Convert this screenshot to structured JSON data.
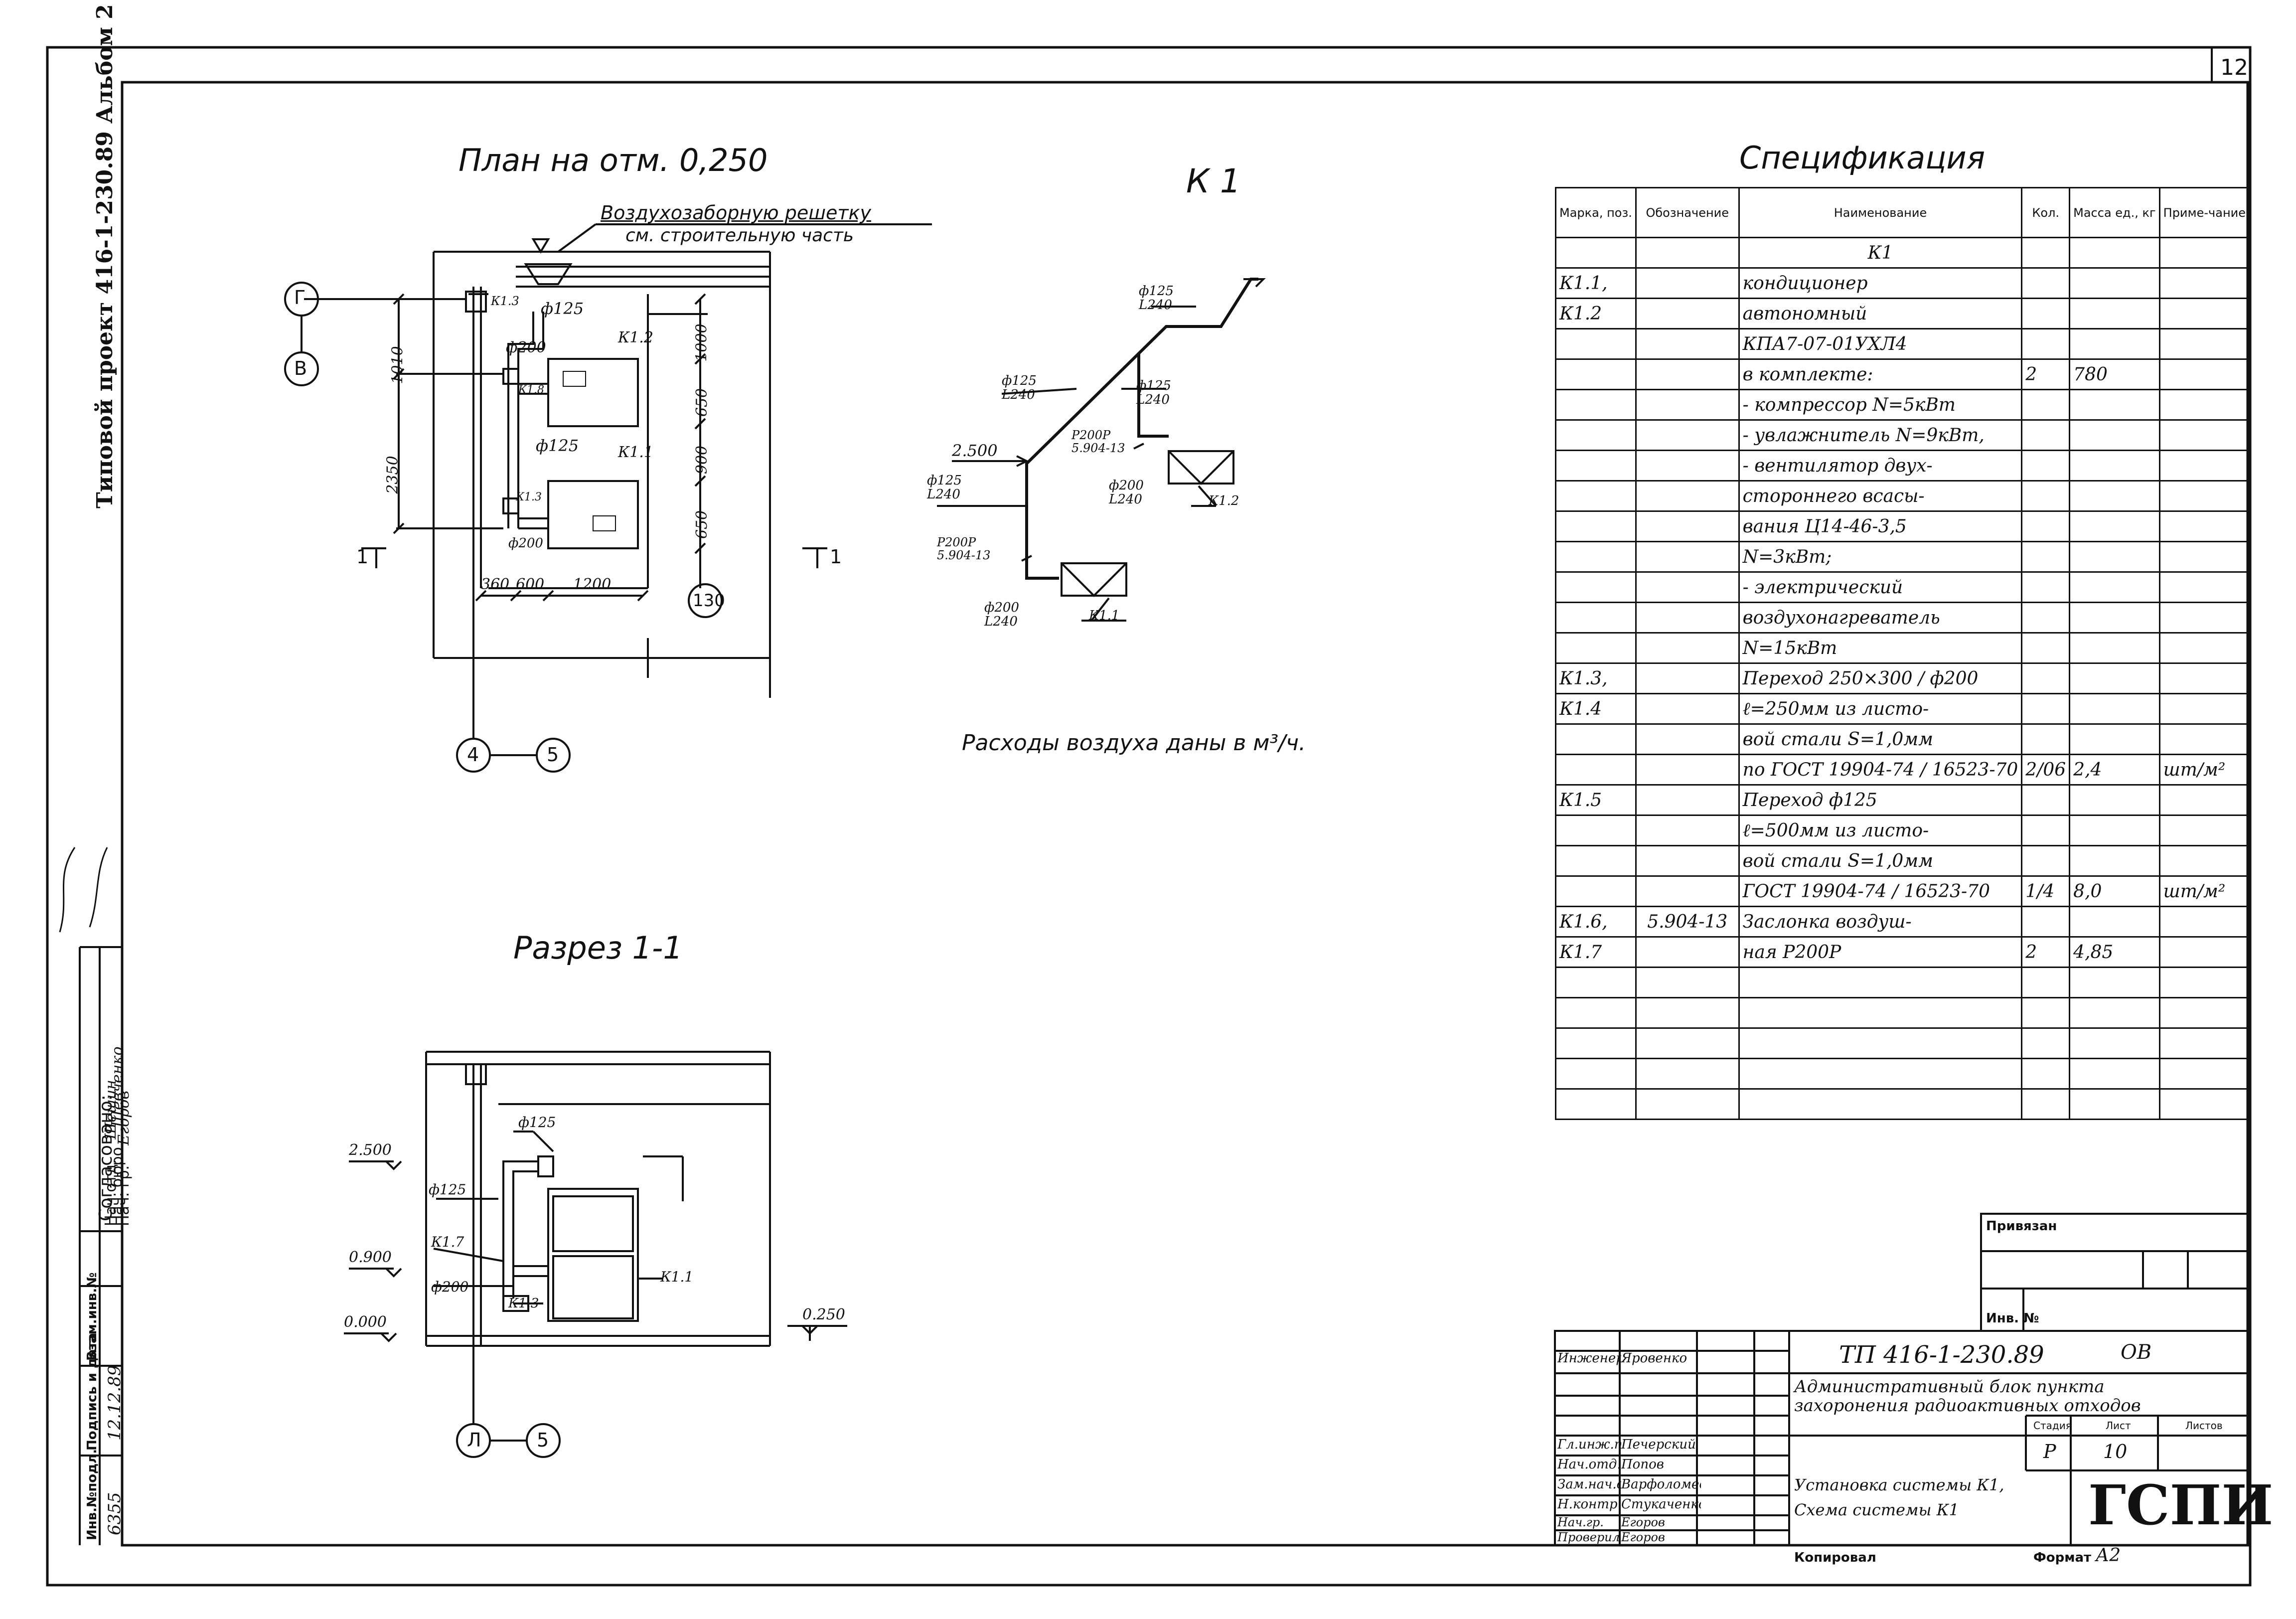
{
  "sheet": {
    "number": "12"
  },
  "left_margin": {
    "project_label": "Типовой проект 416-1-230.89 Альбом 2",
    "approved_header": "Согласовано:",
    "approved_rows": [
      {
        "role": "Нач.отд.",
        "name": "Шешин"
      },
      {
        "role": "Нач. бюро",
        "name": "Шевченко"
      },
      {
        "role": "Нач. гр.",
        "name": "Егоров"
      }
    ],
    "inv_label": "Инв.№подл.",
    "inv_value": "6355",
    "sign_label": "Подпись и дата",
    "sign_value": "12.12.89",
    "vzam_label": "Взам.инв.№"
  },
  "plan": {
    "title": "План на отм. 0,250",
    "grille_note_1": "Воздухозаборную решетку",
    "grille_note_2": "см. строительную часть",
    "axis_g": "Г",
    "axis_v": "В",
    "axis_4": "4",
    "axis_5": "5",
    "room": "130",
    "labels": {
      "k13": "К1.3",
      "k12": "К1.2",
      "k11": "К1.1",
      "k18": "К1.8",
      "k13b": "К1.3",
      "d125a": "ф125",
      "d200a": "ф200",
      "d125b": "ф125",
      "d200b": "ф200"
    },
    "dims": {
      "v1010": "1010",
      "v2350": "2350",
      "v1000": "1000",
      "v650a": "650",
      "v900": "900",
      "v650b": "650",
      "h360": "360",
      "h600": "600",
      "h1200": "1200"
    },
    "sect_left": "1",
    "sect_right": "1"
  },
  "k1": {
    "title": "К 1",
    "labels": {
      "a_d": "ф125",
      "a_l": "L240",
      "b_d": "ф125",
      "b_l": "L240",
      "c_d": "ф125",
      "c_l": "L240",
      "lvl": "2.500",
      "d_d": "ф125",
      "d_l": "L240",
      "p1": "Р200Р",
      "p1s": "5.904-13",
      "p2": "Р200Р",
      "p2s": "5.904-13",
      "e_d": "ф200",
      "e_l": "L240",
      "f_d": "ф200",
      "f_l": "L240",
      "u1": "К1.1",
      "u2": "К1.2"
    },
    "note": "Расходы воздуха даны в м³/ч."
  },
  "section": {
    "title": "Разрез 1-1",
    "labels": {
      "d125a": "ф125",
      "d125b": "ф125",
      "k17": "К1.7",
      "d200": "ф200",
      "k13": "К1.3",
      "k11": "К1.1",
      "l2500": "2.500",
      "l0900": "0.900",
      "l0000": "0.000",
      "l0250": "0.250",
      "axis_l": "Л",
      "axis_5": "5"
    }
  },
  "spec": {
    "title": "Спецификация",
    "headers": [
      "Марка, поз.",
      "Обозначение",
      "Наименование",
      "Кол.",
      "Масса ед., кг",
      "Приме-чание"
    ],
    "rows": [
      [
        "",
        "",
        "К1",
        "",
        "",
        ""
      ],
      [
        "К1.1,",
        "",
        "кондиционер",
        "",
        "",
        ""
      ],
      [
        "К1.2",
        "",
        "автономный",
        "",
        "",
        ""
      ],
      [
        "",
        "",
        "КПА7-07-01УХЛ4",
        "",
        "",
        ""
      ],
      [
        "",
        "",
        "в комплекте:",
        "2",
        "780",
        ""
      ],
      [
        "",
        "",
        "- компрессор N=5кВт",
        "",
        "",
        ""
      ],
      [
        "",
        "",
        "- увлажнитель N=9кВт,",
        "",
        "",
        ""
      ],
      [
        "",
        "",
        "- вентилятор двух-",
        "",
        "",
        ""
      ],
      [
        "",
        "",
        "стороннего всасы-",
        "",
        "",
        ""
      ],
      [
        "",
        "",
        "вания Ц14-46-3,5",
        "",
        "",
        ""
      ],
      [
        "",
        "",
        "N=3кВт;",
        "",
        "",
        ""
      ],
      [
        "",
        "",
        "- электрический",
        "",
        "",
        ""
      ],
      [
        "",
        "",
        "воздухонагреватель",
        "",
        "",
        ""
      ],
      [
        "",
        "",
        "N=15кВт",
        "",
        "",
        ""
      ],
      [
        "К1.3,",
        "",
        "Переход 250×300 / ф200",
        "",
        "",
        ""
      ],
      [
        "К1.4",
        "",
        "ℓ=250мм из листо-",
        "",
        "",
        ""
      ],
      [
        "",
        "",
        "вой стали S=1,0мм",
        "",
        "",
        ""
      ],
      [
        "",
        "",
        "по ГОСТ 19904-74 / 16523-70",
        "2/06",
        "2,4",
        "шт/м²"
      ],
      [
        "К1.5",
        "",
        "Переход ф125",
        "",
        "",
        ""
      ],
      [
        "",
        "",
        "ℓ=500мм из листо-",
        "",
        "",
        ""
      ],
      [
        "",
        "",
        "вой стали S=1,0мм",
        "",
        "",
        ""
      ],
      [
        "",
        "",
        "ГОСТ 19904-74 / 16523-70",
        "1/4",
        "8,0",
        "шт/м²"
      ],
      [
        "К1.6,",
        "5.904-13",
        "Заслонка воздуш-",
        "",
        "",
        ""
      ],
      [
        "К1.7",
        "",
        "ная Р200Р",
        "2",
        "4,85",
        ""
      ],
      [
        "",
        "",
        "",
        "",
        "",
        ""
      ],
      [
        "",
        "",
        "",
        "",
        "",
        ""
      ],
      [
        "",
        "",
        "",
        "",
        "",
        ""
      ],
      [
        "",
        "",
        "",
        "",
        "",
        ""
      ],
      [
        "",
        "",
        "",
        "",
        "",
        ""
      ]
    ]
  },
  "title_block": {
    "privyazan": "Привязан",
    "inv": "Инв. №",
    "code": "ТП 416-1-230.89",
    "ov": "ОВ",
    "name_1": "Административный блок пункта",
    "name_2": "захоронения радиоактивных отходов",
    "stage_h": "Стадия",
    "sheet_h": "Лист",
    "sheets_h": "Листов",
    "stage": "Р",
    "sheet": "10",
    "desc_1": "Установка системы К1,",
    "desc_2": "Схема системы К1",
    "org": "ГСПИ",
    "people": [
      {
        "role": "Гл.инж.пр-та",
        "name": "Печерский"
      },
      {
        "role": "Нач.отд.",
        "name": "Попов"
      },
      {
        "role": "Зам.нач.отд.",
        "name": "Варфоломеев"
      },
      {
        "role": "Н.контр.",
        "name": "Стукаченко"
      },
      {
        "role": "Нач.гр.",
        "name": "Егоров"
      },
      {
        "role": "Проверил",
        "name": "Егоров"
      },
      {
        "role": "Инженер",
        "name": "Яровенко"
      }
    ],
    "copied": "Копировал",
    "format_label": "Формат",
    "format": "А2"
  }
}
